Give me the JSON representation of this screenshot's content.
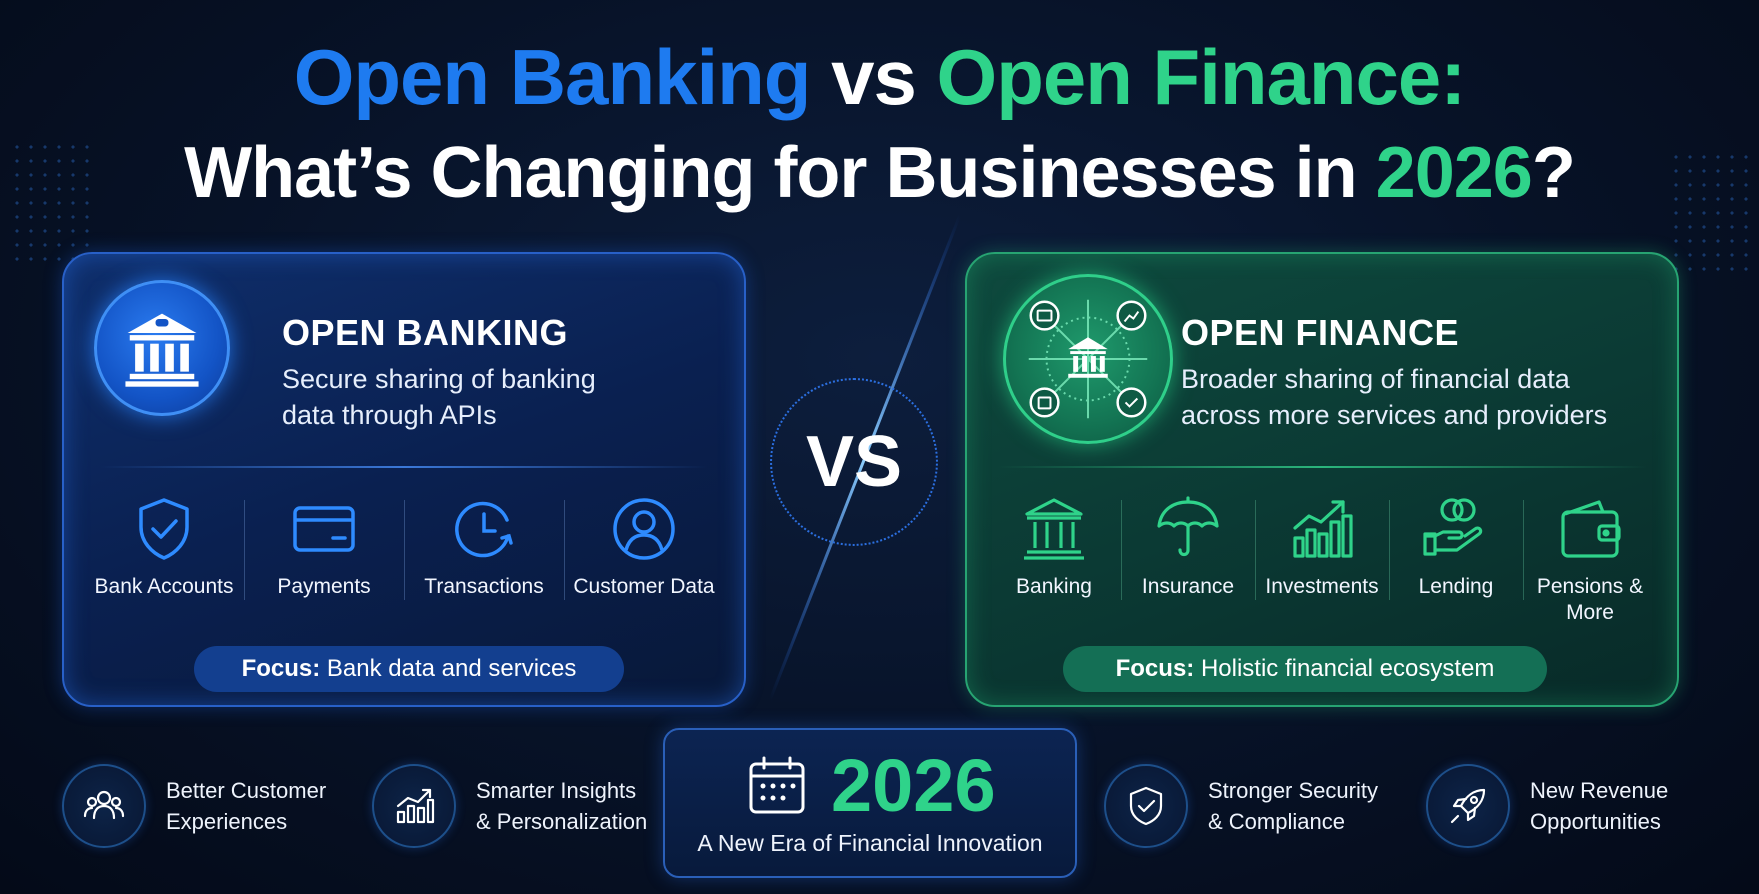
{
  "title": {
    "line1_part1": "Open Banking",
    "line1_part2": " vs ",
    "line1_part3": "Open Finance:",
    "line2_part1": "What’s Changing for Businesses in ",
    "line2_part2": "2026",
    "line2_part3": "?"
  },
  "colors": {
    "blue_accent": "#1e7bf0",
    "green_accent": "#2fd38a",
    "background": "#071227"
  },
  "open_banking": {
    "icon": "bank-icon",
    "title": "OPEN BANKING",
    "desc_line1": "Secure sharing of banking",
    "desc_line2": "data through APIs",
    "features": [
      {
        "icon": "shield-check-icon",
        "label": "Bank Accounts"
      },
      {
        "icon": "credit-card-icon",
        "label": "Payments"
      },
      {
        "icon": "clock-icon",
        "label": "Transactions"
      },
      {
        "icon": "user-icon",
        "label": "Customer Data"
      }
    ],
    "focus_label": "Focus:",
    "focus_text": " Bank data and services"
  },
  "vs_label": "VS",
  "open_finance": {
    "icon": "network-bank-icon",
    "title": "OPEN FINANCE",
    "desc_line1": "Broader sharing of financial data",
    "desc_line2": "across more services and providers",
    "features": [
      {
        "icon": "bank-icon",
        "label": "Banking"
      },
      {
        "icon": "umbrella-icon",
        "label": "Insurance"
      },
      {
        "icon": "growth-chart-icon",
        "label": "Investments"
      },
      {
        "icon": "hand-coins-icon",
        "label": "Lending"
      },
      {
        "icon": "wallet-icon",
        "label": "Pensions &",
        "label2": "More"
      }
    ],
    "focus_label": "Focus:",
    "focus_text": " Holistic financial ecosystem"
  },
  "bottom": {
    "items": [
      {
        "icon": "users-icon",
        "line1": "Better Customer",
        "line2": "Experiences"
      },
      {
        "icon": "bar-chart-icon",
        "line1": "Smarter Insights",
        "line2": "& Personalization"
      },
      {
        "icon": "shield-check-icon",
        "line1": "Stronger Security",
        "line2": "& Compliance"
      },
      {
        "icon": "rocket-icon",
        "line1": "New Revenue",
        "line2": "Opportunities"
      }
    ],
    "center": {
      "icon": "calendar-icon",
      "year": "2026",
      "subtitle": "A New Era of Financial Innovation"
    }
  }
}
